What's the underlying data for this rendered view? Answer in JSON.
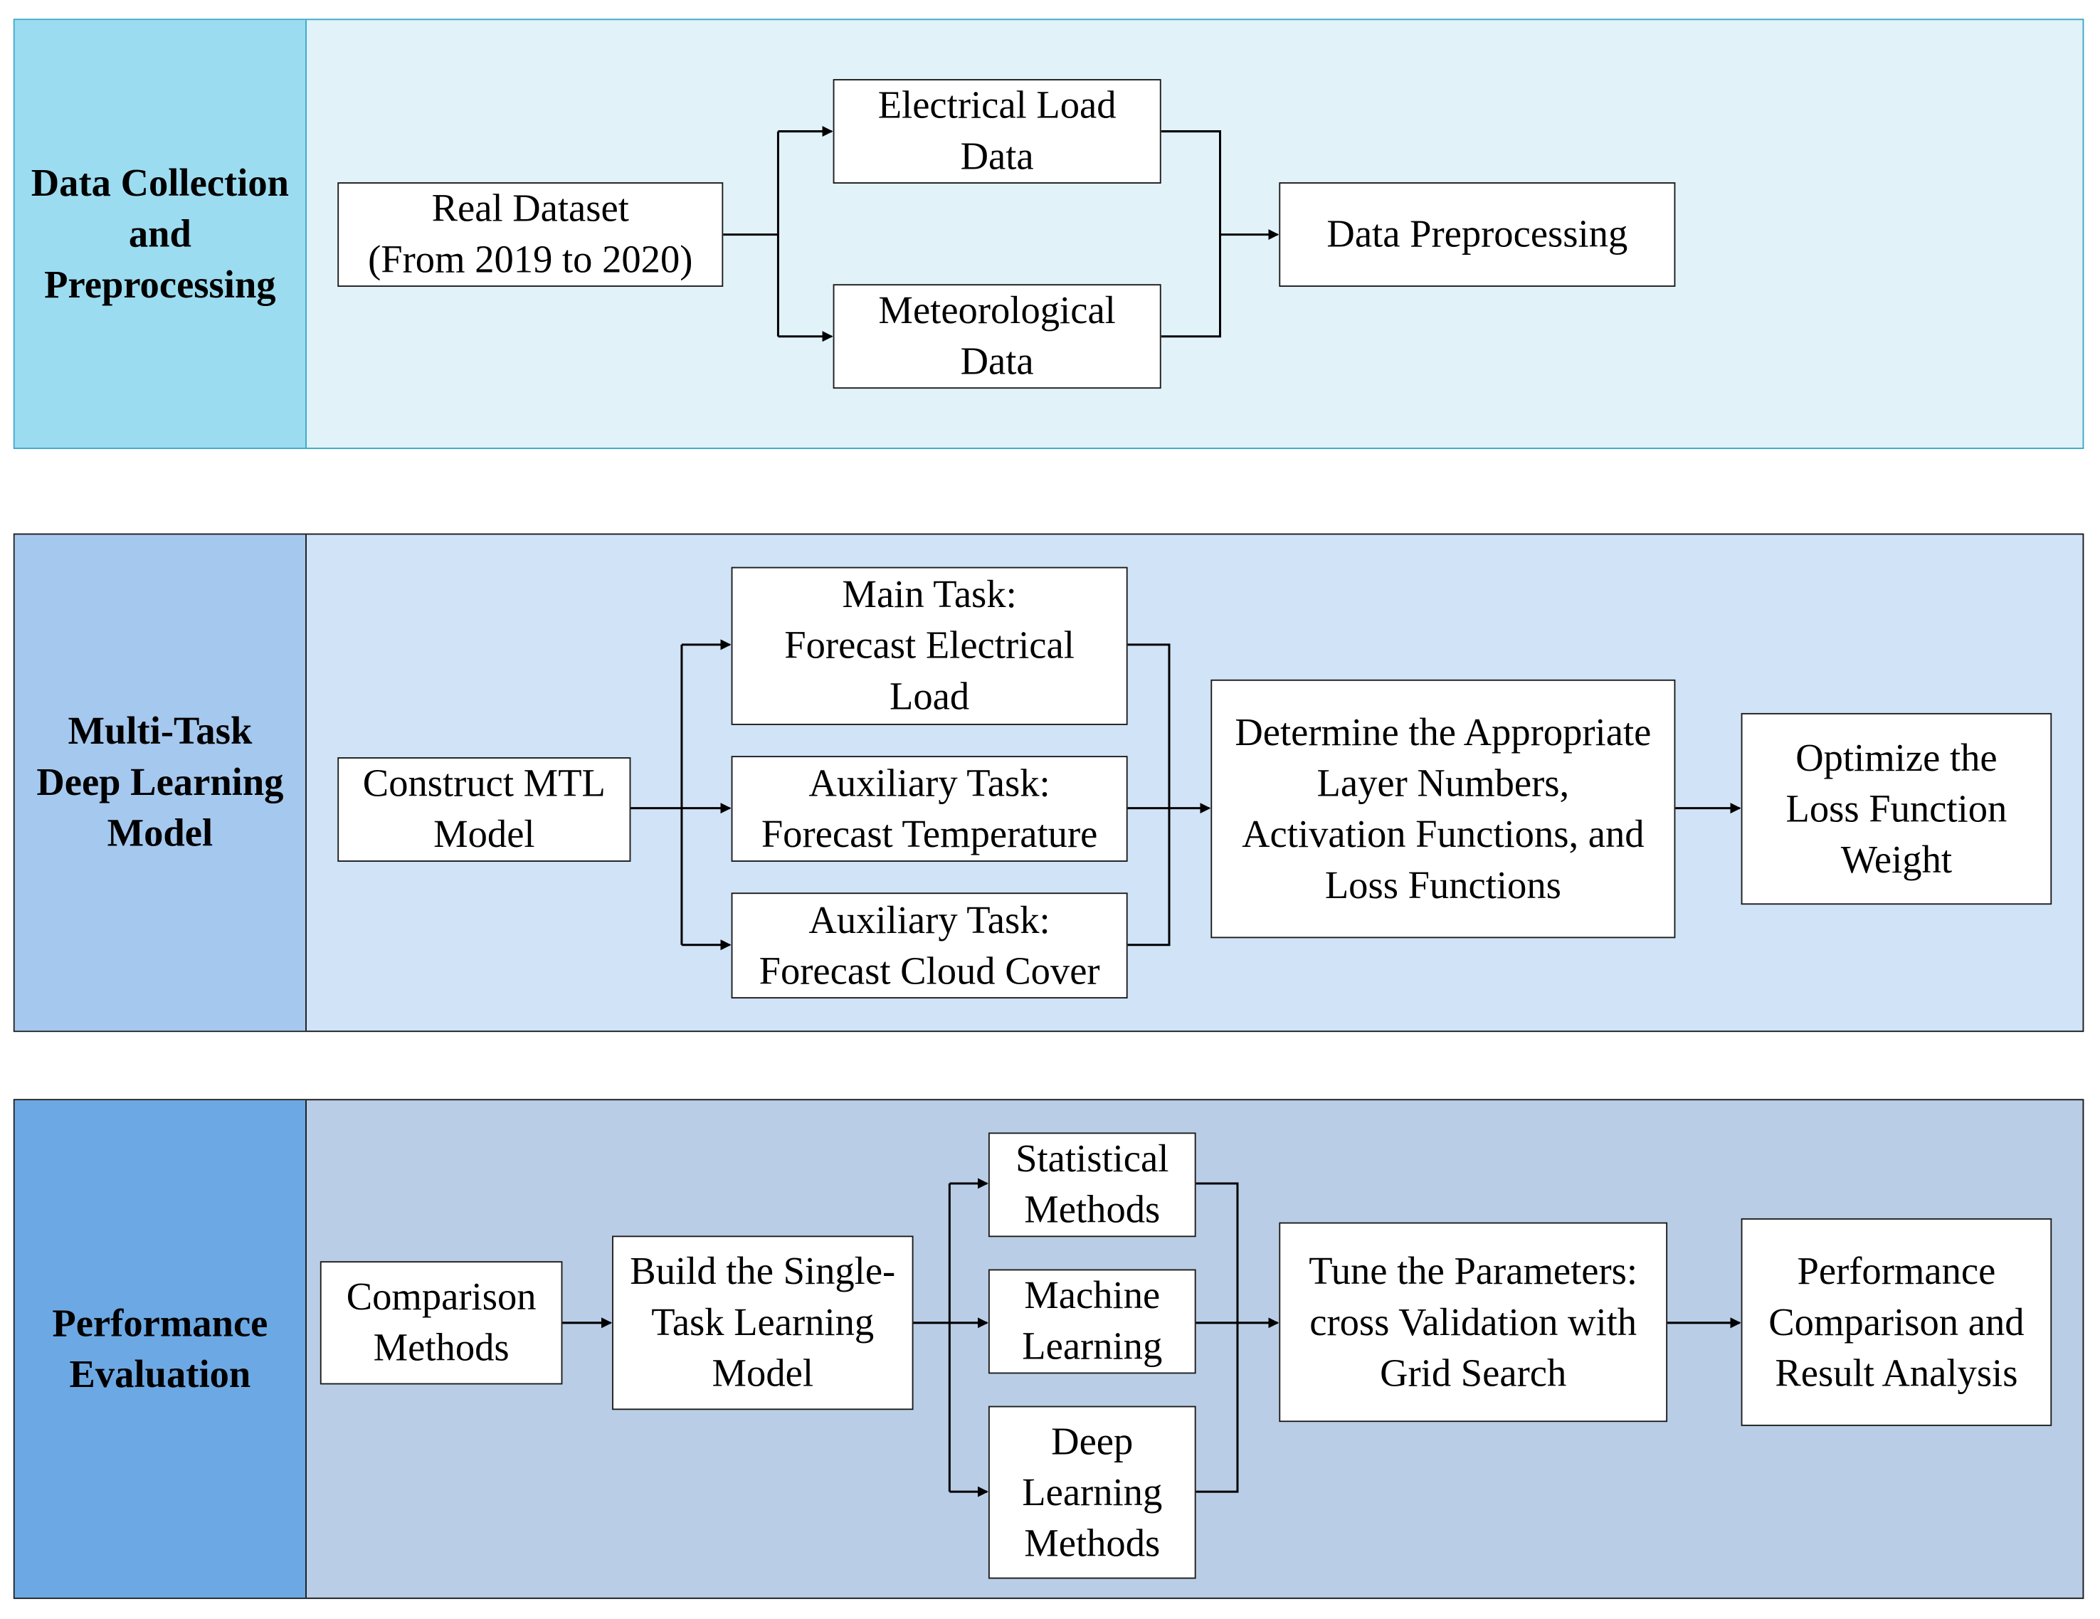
{
  "colors": {
    "panel1_bg": "#e2f2f9",
    "panel1_label_bg": "#9cdcf0",
    "panel1_border": "#3aa8c8",
    "panel2_bg": "#d0e3f7",
    "panel2_label_bg": "#a5c8ee",
    "panel3_bg": "#b9cde6",
    "panel3_label_bg": "#6ca9e4"
  },
  "sections": [
    {
      "title_lines": [
        "Data Collection",
        "and",
        "Preprocessing"
      ],
      "boxes": {
        "real_dataset": [
          "Real Dataset",
          "(From 2019 to 2020)"
        ],
        "electrical_load_data": [
          "Electrical Load",
          "Data"
        ],
        "meteorological_data": [
          "Meteorological",
          "Data"
        ],
        "data_preprocessing": [
          "Data Preprocessing"
        ]
      }
    },
    {
      "title_lines": [
        "Multi-Task",
        "Deep Learning",
        "Model"
      ],
      "boxes": {
        "construct_mtl": [
          "Construct MTL",
          "Model"
        ],
        "main_task": [
          "Main Task:",
          "Forecast Electrical",
          "Load"
        ],
        "aux_temperature": [
          "Auxiliary Task:",
          "Forecast Temperature"
        ],
        "aux_cloud": [
          "Auxiliary Task:",
          "Forecast Cloud Cover"
        ],
        "determine_layers": [
          "Determine the Appropriate",
          "Layer Numbers,",
          "Activation Functions, and",
          "Loss Functions"
        ],
        "optimize_loss": [
          "Optimize the",
          "Loss Function",
          "Weight"
        ]
      }
    },
    {
      "title_lines": [
        "Performance",
        "Evaluation"
      ],
      "boxes": {
        "comparison_methods": [
          "Comparison",
          "Methods"
        ],
        "build_stl": [
          "Build the Single-",
          "Task Learning",
          "Model"
        ],
        "statistical_methods": [
          "Statistical",
          "Methods"
        ],
        "machine_learning": [
          "Machine",
          "Learning"
        ],
        "deep_learning_methods": [
          "Deep",
          "Learning",
          "Methods"
        ],
        "tune_parameters": [
          "Tune the Parameters:",
          "cross Validation with",
          "Grid Search"
        ],
        "performance_comparison": [
          "Performance",
          "Comparison and",
          "Result Analysis"
        ]
      }
    }
  ]
}
